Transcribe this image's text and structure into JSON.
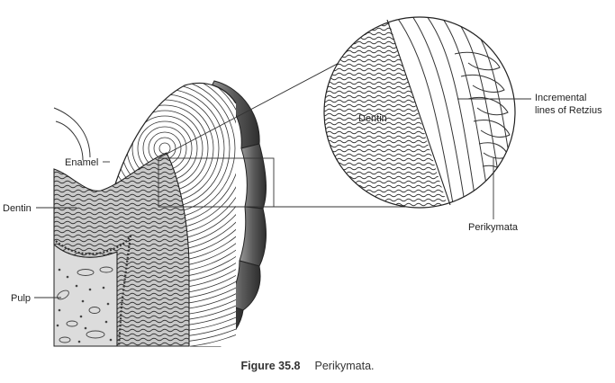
{
  "labels": {
    "enamel": "Enamel",
    "dentin_left": "Dentin",
    "pulp": "Pulp",
    "dentin_zoom": "Dentin",
    "incremental_line1": "Incremental",
    "incremental_line2": "lines of Retzius",
    "perikymata": "Perikymata"
  },
  "caption": {
    "figure": "Figure 35.8",
    "text": "Perikymata."
  }
}
